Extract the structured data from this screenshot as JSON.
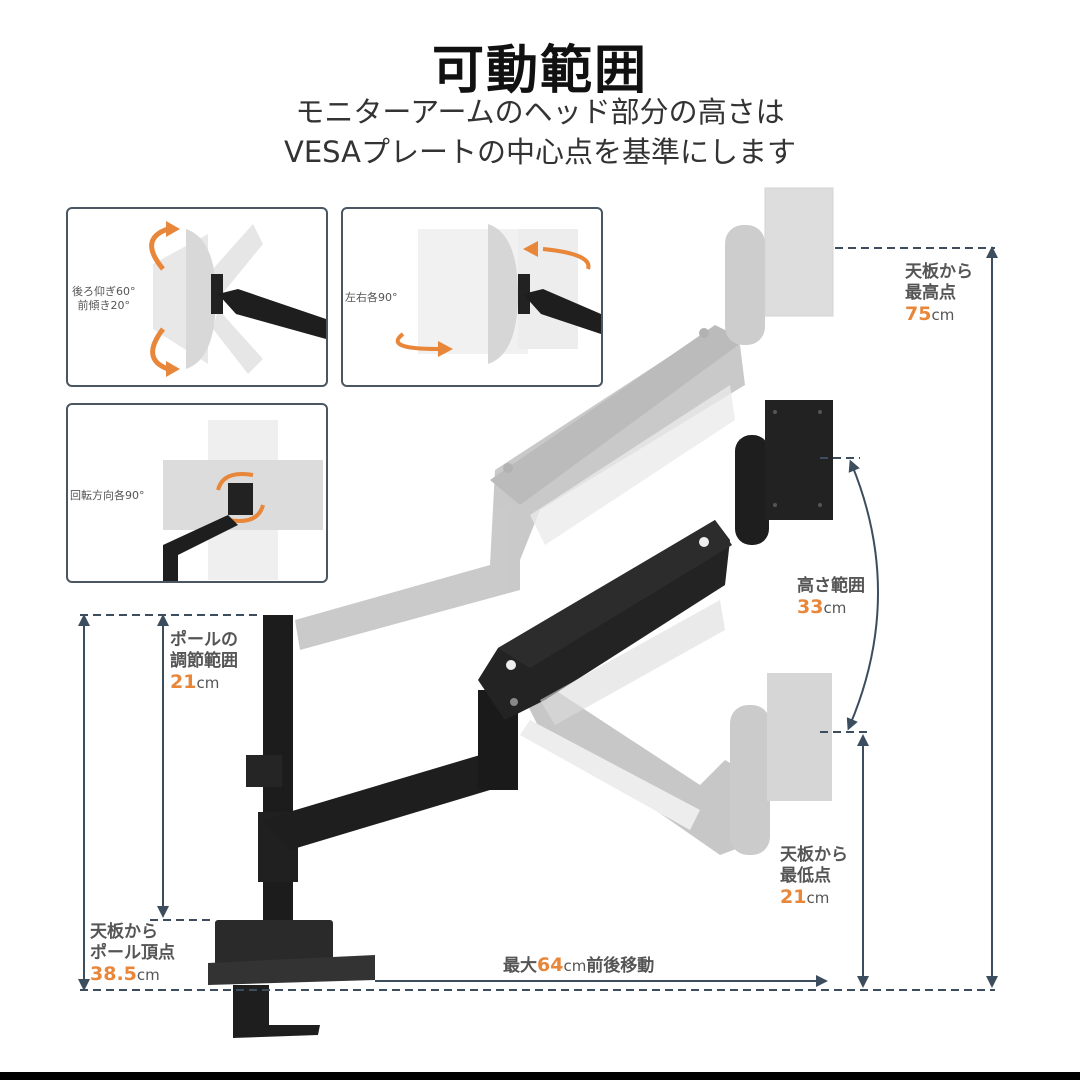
{
  "header": {
    "title": "可動範囲",
    "subtitle_line1": "モニターアームのヘッド部分の高さは",
    "subtitle_line2": "VESAプレートの中心点を基準にします"
  },
  "insets": [
    {
      "id": "tilt",
      "label_line1": "後ろ仰ぎ60°",
      "label_line2": "前傾き20°"
    },
    {
      "id": "swivel",
      "label_line1": "左右各90°"
    },
    {
      "id": "rotate",
      "label_line1": "回転方向各90°"
    }
  ],
  "measurements": {
    "max_height": {
      "line1": "天板から",
      "line2": "最高点",
      "value": "75",
      "unit": "cm"
    },
    "height_range": {
      "line1": "高さ範囲",
      "value": "33",
      "unit": "cm"
    },
    "min_height": {
      "line1": "天板から",
      "line2": "最低点",
      "value": "21",
      "unit": "cm"
    },
    "pole_adjust": {
      "line1": "ポールの",
      "line2": "調節範囲",
      "value": "21",
      "unit": "cm"
    },
    "pole_top": {
      "line1": "天板から",
      "line2": "ポール頂点",
      "value": "38.5",
      "unit": "cm"
    },
    "depth": {
      "prefix": "最大",
      "value": "64",
      "unit": "cm",
      "suffix": "前後移動"
    }
  },
  "colors": {
    "accent": "#e8863a",
    "dimension_line": "#3c4d5e",
    "arm_black": "#1c1c1c",
    "arm_ghost": "#b9b9b9",
    "inset_border": "#4a5763"
  }
}
